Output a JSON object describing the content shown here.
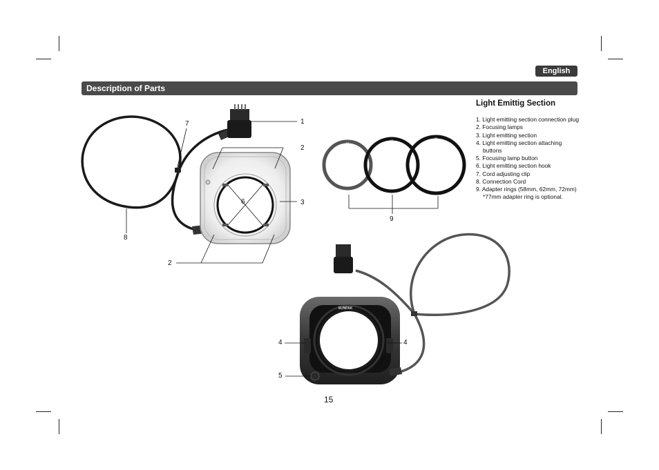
{
  "header": {
    "language_badge": "English",
    "section_title": "Description of Parts"
  },
  "callouts": {
    "top_figure": [
      "1",
      "2",
      "3",
      "6",
      "7",
      "8",
      "2"
    ],
    "rings_figure": [
      "9"
    ],
    "bottom_figure": [
      "4",
      "4",
      "5"
    ]
  },
  "parts_panel": {
    "heading": "Light Emittig Section",
    "items": [
      "1. Light emitting section connection plug",
      "2. Focusing lamps",
      "3. Light emitting section",
      "4. Light emitting section attaching buttons",
      "5. Focusing lamp button",
      "6. Light emitting section hook",
      "7. Cord adjusting clip",
      "8. Connection Cord",
      "9. Adapter rings (58mm, 62mm, 72mm)"
    ],
    "note": "*77mm adapter ring is optional."
  },
  "illustration": {
    "brand_mark": "SUNPAK",
    "ring_marks": [
      "58",
      "62",
      "72"
    ]
  },
  "footer": {
    "page_number": "15"
  }
}
